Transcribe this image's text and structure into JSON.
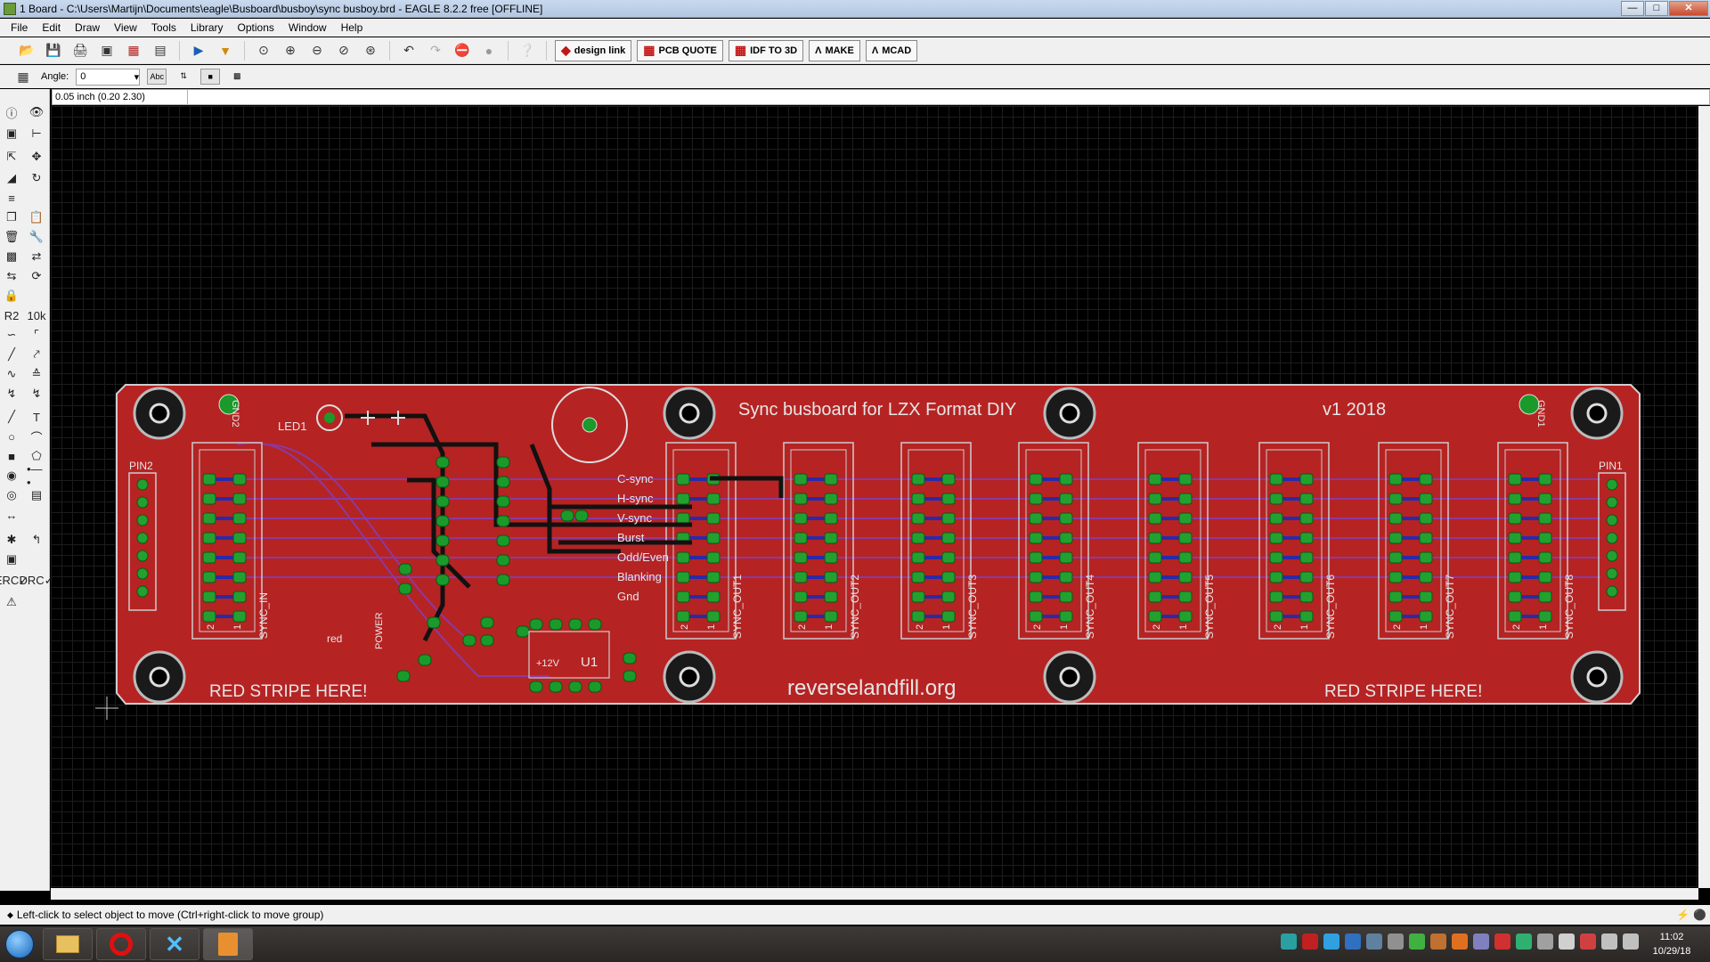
{
  "window": {
    "title": "1 Board - C:\\Users\\Martijn\\Documents\\eagle\\Busboard\\busboy\\sync busboy.brd - EAGLE 8.2.2 free [OFFLINE]"
  },
  "menu": [
    "File",
    "Edit",
    "Draw",
    "View",
    "Tools",
    "Library",
    "Options",
    "Window",
    "Help"
  ],
  "toolbar": {
    "designlink": "design link",
    "pcb_quote": "PCB QUOTE",
    "idf": "IDF TO 3D",
    "make": "MAKE",
    "mcad": "MCAD"
  },
  "parambar": {
    "angle_label": "Angle:",
    "angle_value": "0"
  },
  "coordinates": "0.05 inch (0.20 2.30)",
  "board": {
    "title": "Sync busboard for LZX Format DIY",
    "version": "v1 2018",
    "url": "reverselandfill.org",
    "stripe_left": "RED STRIPE HERE!",
    "stripe_right": "RED STRIPE HERE!",
    "signals": [
      "C-sync",
      "H-sync",
      "V-sync",
      "Burst",
      "Odd/Even",
      "Blanking",
      "Gnd"
    ],
    "headers": [
      "SYNC_IN",
      "SYNC_OUT1",
      "SYNC_OUT2",
      "SYNC_OUT3",
      "SYNC_OUT4",
      "SYNC_OUT5",
      "SYNC_OUT6",
      "SYNC_OUT7",
      "SYNC_OUT8"
    ],
    "labels": {
      "gnd2": "GND2",
      "gnd1": "GND1",
      "pin2": "PIN2",
      "pin1": "PIN1",
      "led": "LED1",
      "u1": "U1",
      "v12": "+12V",
      "red": "red",
      "power": "POWER",
      "pin_2": "2",
      "pin_1": "1"
    }
  },
  "status": {
    "message": "Left-click to select object to move (Ctrl+right-click to move group)"
  },
  "taskbar": {
    "time": "11:02",
    "date": "10/29/18"
  }
}
